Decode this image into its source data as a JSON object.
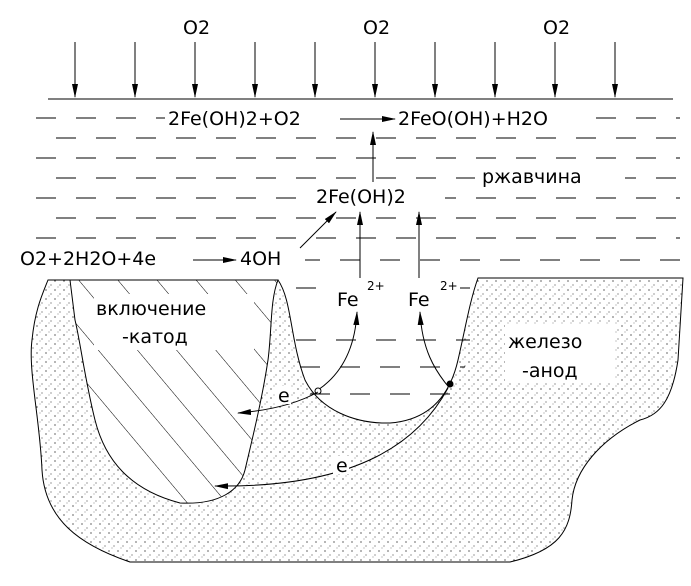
{
  "oxygen_labels": [
    "O2",
    "O2",
    "O2"
  ],
  "reaction_top": "2Fe(OH)2+O2",
  "reaction_top_product": "2FeO(OH)+H2O",
  "rust_label": "ржавчина",
  "intermediate": "2Fe(OH)2",
  "cathode_reaction": "O2+2H2O+4e",
  "cathode_product": "4OH",
  "ion_1": "Fe",
  "ion_2": "Fe",
  "ion_charge": "2+",
  "inclusion_label_1": "включение",
  "inclusion_label_2": "-катод",
  "iron_label_1": "железо",
  "iron_label_2": "-анод",
  "electron_1": "e",
  "electron_2": "e"
}
